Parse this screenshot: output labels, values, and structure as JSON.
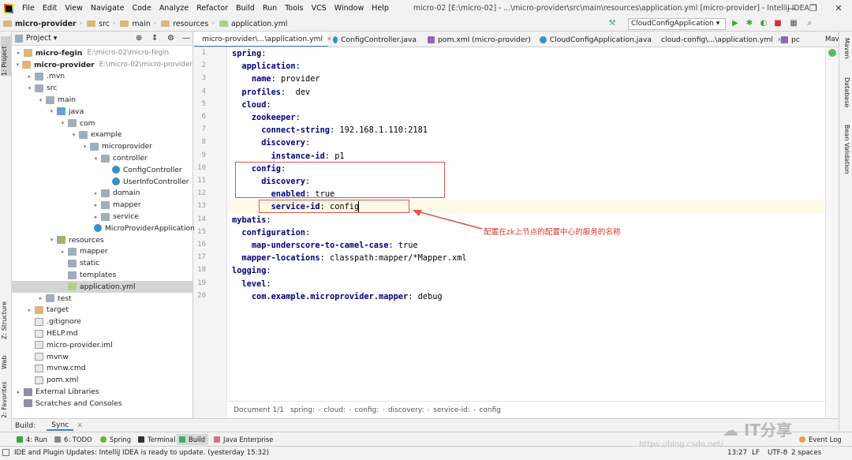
{
  "menubar": {
    "items": [
      "File",
      "Edit",
      "View",
      "Navigate",
      "Code",
      "Analyze",
      "Refactor",
      "Build",
      "Run",
      "Tools",
      "VCS",
      "Window",
      "Help"
    ],
    "title": "micro-02 [E:\\micro-02] - ...\\micro-provider\\src\\main\\resources\\application.yml [micro-provider] - IntelliJ IDEA"
  },
  "navbar": {
    "crumbs": [
      "micro-provider",
      "src",
      "main",
      "resources",
      "application.yml"
    ],
    "run_config": "CloudConfigApplication"
  },
  "left_stripe": {
    "project": "1: Project",
    "structure": "Z: Structure",
    "web": "Web",
    "favorites": "2: Favorites"
  },
  "project": {
    "header": "Project",
    "tree": [
      {
        "label": "micro-fegin",
        "path": "E:\\micro-02\\micro-fegin",
        "bold": true
      },
      {
        "label": "micro-provider",
        "path": "E:\\micro-02\\micro-provider",
        "bold": true
      },
      {
        "label": ".mvn"
      },
      {
        "label": "src"
      },
      {
        "label": "main"
      },
      {
        "label": "java"
      },
      {
        "label": "com"
      },
      {
        "label": "example"
      },
      {
        "label": "microprovider"
      },
      {
        "label": "controller"
      },
      {
        "label": "ConfigController"
      },
      {
        "label": "UserInfoController"
      },
      {
        "label": "domain"
      },
      {
        "label": "mapper"
      },
      {
        "label": "service"
      },
      {
        "label": "MicroProviderApplication"
      },
      {
        "label": "resources"
      },
      {
        "label": "mapper"
      },
      {
        "label": "static"
      },
      {
        "label": "templates"
      },
      {
        "label": "application.yml"
      },
      {
        "label": "test"
      },
      {
        "label": "target"
      },
      {
        "label": ".gitignore"
      },
      {
        "label": "HELP.md"
      },
      {
        "label": "micro-provider.iml"
      },
      {
        "label": "mvnw"
      },
      {
        "label": "mvnw.cmd"
      },
      {
        "label": "pom.xml"
      },
      {
        "label": "External Libraries"
      },
      {
        "label": "Scratches and Consoles"
      }
    ]
  },
  "tabs": [
    {
      "label": "micro-provider\\...\\application.yml",
      "active": true
    },
    {
      "label": "ConfigController.java"
    },
    {
      "label": "pom.xml (micro-provider)"
    },
    {
      "label": "CloudConfigApplication.java"
    },
    {
      "label": "cloud-config\\...\\application.yml"
    },
    {
      "label": "pc"
    }
  ],
  "right_stripe": {
    "maven": "Maven",
    "database": "Database",
    "bean": "Bean Validation",
    "mav_tab": "Mav"
  },
  "editor": {
    "lines": [
      {
        "indent": "",
        "key": "spring",
        "rest": ""
      },
      {
        "indent": "  ",
        "key": "application",
        "rest": ""
      },
      {
        "indent": "    ",
        "key": "name",
        "rest": " provider"
      },
      {
        "indent": "  ",
        "key": "profiles",
        "rest": "  dev"
      },
      {
        "indent": "  ",
        "key": "cloud",
        "rest": ""
      },
      {
        "indent": "    ",
        "key": "zookeeper",
        "rest": ""
      },
      {
        "indent": "      ",
        "key": "connect-string",
        "rest": " 192.168.1.110:2181"
      },
      {
        "indent": "      ",
        "key": "discovery",
        "rest": ""
      },
      {
        "indent": "        ",
        "key": "instance-id",
        "rest": " p1"
      },
      {
        "indent": "    ",
        "key": "config",
        "rest": ""
      },
      {
        "indent": "      ",
        "key": "discovery",
        "rest": ""
      },
      {
        "indent": "        ",
        "key": "enabled",
        "rest": " true"
      },
      {
        "indent": "        ",
        "key": "service-id",
        "rest": " config"
      },
      {
        "indent": "",
        "key": "mybatis",
        "rest": ""
      },
      {
        "indent": "  ",
        "key": "configuration",
        "rest": ""
      },
      {
        "indent": "    ",
        "key": "map-underscore-to-camel-case",
        "rest": " true"
      },
      {
        "indent": "  ",
        "key": "mapper-locations",
        "rest": " classpath:mapper/*Mapper.xml"
      },
      {
        "indent": "",
        "key": "logging",
        "rest": ""
      },
      {
        "indent": "  ",
        "key": "level",
        "rest": ""
      },
      {
        "indent": "    ",
        "key": "com.example.microprovider.mapper",
        "rest": " debug"
      }
    ],
    "annotation": "配置在zk上节点的配置中心的服务的名称",
    "breadcrumb": [
      "Document 1/1",
      "spring:",
      "cloud:",
      "config:",
      "discovery:",
      "service-id:",
      "config"
    ]
  },
  "build_bar": {
    "build": "Build:",
    "sync": "Sync"
  },
  "toolwindows": [
    "4: Run",
    "6: TODO",
    "Spring",
    "Terminal",
    "Build",
    "Java Enterprise"
  ],
  "event_log": "Event Log",
  "status": {
    "message": "IDE and Plugin Updates: IntelliJ IDEA is ready to update. (yesterday 15:32)",
    "position": "13:27",
    "line_sep": "LF",
    "encoding": "UTF-8",
    "indent": "2 spaces"
  },
  "watermark": "IT分享",
  "watermark_url": "https://blog.csdn.net/..."
}
